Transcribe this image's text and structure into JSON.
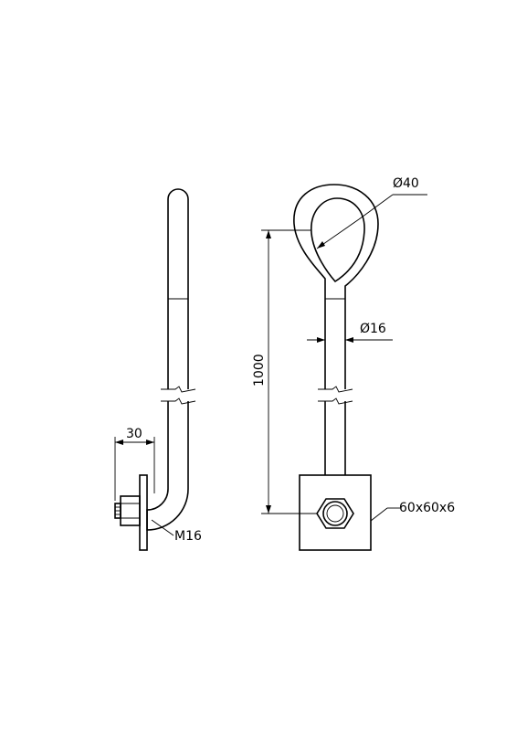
{
  "drawing": {
    "side_view": {
      "offset_dimension": "30",
      "thread_label": "M16"
    },
    "front_view": {
      "eye_diameter": "Ø40",
      "rod_diameter": "Ø16",
      "height_dimension": "1000",
      "plate_label": "60x60x6"
    }
  }
}
